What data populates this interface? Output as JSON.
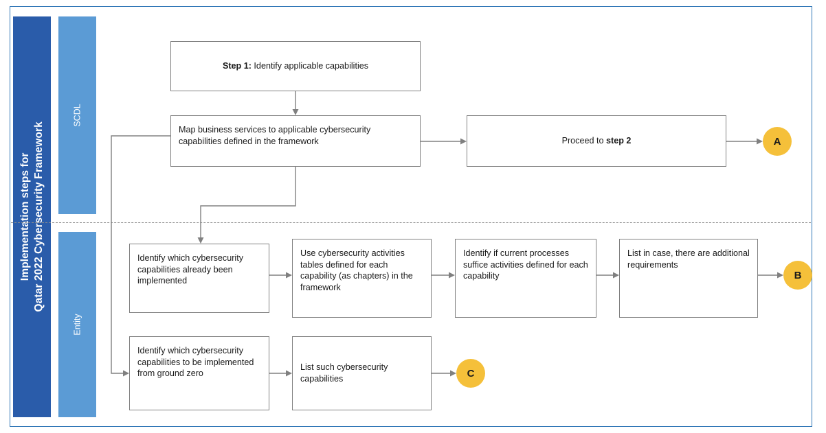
{
  "colors": {
    "frame_border": "#2e75b6",
    "title_banner": "#2a5caa",
    "lane_bar": "#5b9bd5",
    "node_border": "#808080",
    "connector": "#808080",
    "circle_fill": "#f5c03a",
    "text": "#1a1a1a"
  },
  "title": {
    "line1": "Implementation steps for",
    "line2": "Qatar 2022 Cybersecurity Framework",
    "full": "Implementation steps for Qatar 2022 Cybersecurity Framework"
  },
  "lanes": [
    {
      "id": "scdl",
      "label": "SCDL"
    },
    {
      "id": "entity",
      "label": "Entity"
    }
  ],
  "nodes": {
    "step1": {
      "bold_prefix": "Step 1:",
      "rest": " Identify applicable capabilities",
      "full": "Step 1: Identify applicable capabilities"
    },
    "map_services": "Map business services to applicable cybersecurity capabilities defined in the framework",
    "proceed": {
      "prefix": "Proceed to ",
      "bold": "step 2",
      "full": "Proceed to step 2"
    },
    "identify_implemented": "Identify which cybersecurity capabilities already been implemented",
    "use_tables": "Use cybersecurity activities tables defined for each capability (as chapters) in the framework",
    "identify_suffice": "Identify if current processes suffice activities defined for each capability",
    "list_additional": "List in case, there are additional requirements",
    "identify_ground_zero": "Identify which cybersecurity capabilities to be implemented from ground zero",
    "list_such": "List such cybersecurity capabilities"
  },
  "connectors": [
    {
      "id": "a",
      "label": "A"
    },
    {
      "id": "b",
      "label": "B"
    },
    {
      "id": "c",
      "label": "C"
    }
  ],
  "chart_data": {
    "type": "table",
    "title": "Implementation steps for Qatar 2022 Cybersecurity Framework",
    "lanes": [
      "SCDL",
      "Entity"
    ],
    "flow": [
      {
        "lane": "SCDL",
        "from": "Step 1: Identify applicable capabilities",
        "to": "Map business services to applicable cybersecurity capabilities defined in the framework"
      },
      {
        "lane": "SCDL",
        "from": "Map business services to applicable cybersecurity capabilities defined in the framework",
        "to": "Proceed to step 2"
      },
      {
        "lane": "SCDL",
        "from": "Proceed to step 2",
        "to": "A"
      },
      {
        "lane": "Entity",
        "from": "Map business services to applicable cybersecurity capabilities defined in the framework",
        "to": "Identify which cybersecurity capabilities already been implemented"
      },
      {
        "lane": "Entity",
        "from": "Identify which cybersecurity capabilities already been implemented",
        "to": "Use cybersecurity activities tables defined for each capability (as chapters) in the framework"
      },
      {
        "lane": "Entity",
        "from": "Use cybersecurity activities tables defined for each capability (as chapters) in the framework",
        "to": "Identify if current processes suffice activities defined for each capability"
      },
      {
        "lane": "Entity",
        "from": "Identify if current processes suffice activities defined for each capability",
        "to": "List in case, there are additional requirements"
      },
      {
        "lane": "Entity",
        "from": "List in case, there are additional requirements",
        "to": "B"
      },
      {
        "lane": "Entity",
        "from": "Map business services to applicable cybersecurity capabilities defined in the framework",
        "to": "Identify which cybersecurity capabilities to be implemented from ground zero"
      },
      {
        "lane": "Entity",
        "from": "Identify which cybersecurity capabilities to be implemented from ground zero",
        "to": "List such cybersecurity capabilities"
      },
      {
        "lane": "Entity",
        "from": "List such cybersecurity capabilities",
        "to": "C"
      }
    ]
  }
}
